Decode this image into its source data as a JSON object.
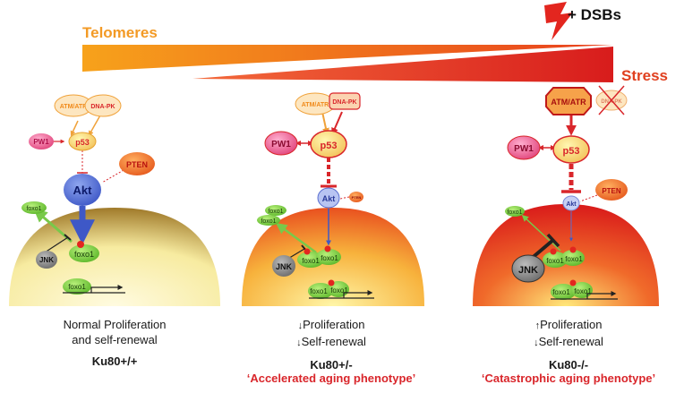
{
  "header": {
    "telomeres_label": "Telomeres",
    "stress_label": "Stress",
    "dsbs_label": "+ DSBs",
    "colors": {
      "telomere_start": "#f7a21b",
      "telomere_end": "#e8401e",
      "stress": "#e0201f",
      "bolt": "#e3261f"
    }
  },
  "panels": [
    {
      "id": "wt",
      "nodes": {
        "atm": "ATM/ATR",
        "dnapk": "DNA-PK",
        "pw1": "PW1",
        "p53": "p53",
        "akt": "Akt",
        "pten": "PTEN",
        "jnk": "JNK",
        "foxo_cyto": "foxo1",
        "foxo_mem": "foxo1",
        "foxo_nuc": "foxo1"
      },
      "caption": {
        "line1": "Normal Proliferation",
        "line2": "and self-renewal",
        "genotype": "Ku80+/+",
        "phenotype": ""
      }
    },
    {
      "id": "het",
      "nodes": {
        "atm": "ATM/ATR",
        "dnapk": "DNA-PK",
        "pw1": "PW1",
        "p53": "p53",
        "akt": "Akt",
        "pten": "PTEN",
        "jnk": "JNK",
        "foxo_cyto_a": "foxo1",
        "foxo_cyto_b": "foxo1",
        "foxo_mem_a": "foxo1",
        "foxo_mem_b": "foxo1",
        "foxo_nuc_a": "foxo1",
        "foxo_nuc_b": "foxo1"
      },
      "caption": {
        "arrow1": "↓",
        "line1": "Proliferation",
        "arrow2": "↓",
        "line2": "Self-renewal",
        "genotype": "Ku80+/-",
        "phenotype": "‘Accelerated aging phenotype’"
      }
    },
    {
      "id": "ko",
      "nodes": {
        "atm": "ATM/ATR",
        "dnapk": "DNA-PK",
        "pw1": "PW1",
        "p53": "p53",
        "akt": "Akt",
        "pten": "PTEN",
        "jnk": "JNK",
        "foxo_cyto": "foxo1",
        "foxo_mem_a": "foxo1",
        "foxo_mem_b": "foxo1",
        "foxo_nuc_a": "foxo1",
        "foxo_nuc_b": "foxo1"
      },
      "caption": {
        "arrow1": "↑",
        "line1": "Proliferation",
        "arrow2": "↓",
        "line2": "Self-renewal",
        "genotype": "Ku80-/-",
        "phenotype": "‘Catastrophic aging phenotype’"
      }
    }
  ]
}
